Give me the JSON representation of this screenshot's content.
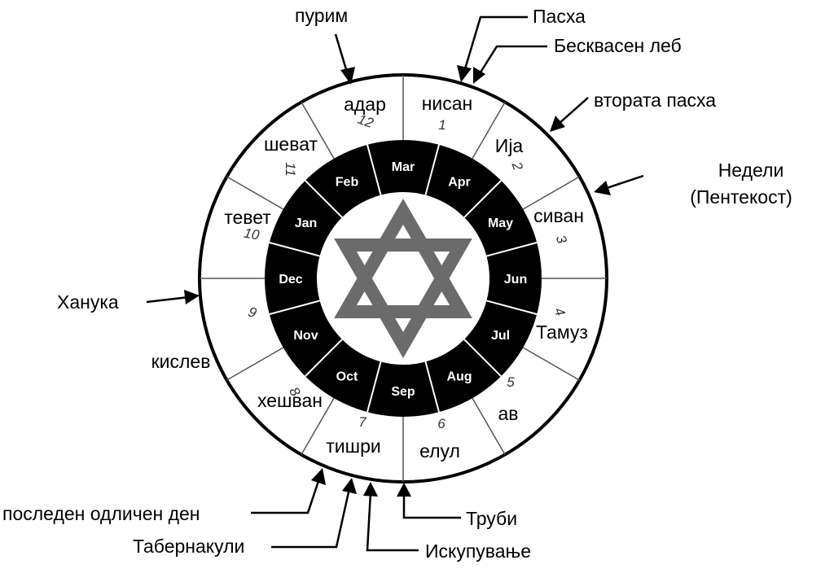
{
  "months": [
    {
      "hebrew": "нисан",
      "number": "1",
      "gregorian": "Apr"
    },
    {
      "hebrew": "Ија",
      "number": "2",
      "gregorian": "May"
    },
    {
      "hebrew": "сиван",
      "number": "3",
      "gregorian": "Jun"
    },
    {
      "hebrew": "Тамуз",
      "number": "4",
      "gregorian": "Jul"
    },
    {
      "hebrew": "ав",
      "number": "5",
      "gregorian": "Aug"
    },
    {
      "hebrew": "елул",
      "number": "6",
      "gregorian": "Sep"
    },
    {
      "hebrew": "тишри",
      "number": "7",
      "gregorian": "Oct"
    },
    {
      "hebrew": "хешван",
      "number": "8",
      "gregorian": "Nov"
    },
    {
      "hebrew": "кислев",
      "number": "9",
      "gregorian": "Dec"
    },
    {
      "hebrew": "тевет",
      "number": "10",
      "gregorian": "Jan"
    },
    {
      "hebrew": "шеват",
      "number": "11",
      "gregorian": "Feb"
    },
    {
      "hebrew": "адар",
      "number": "12",
      "gregorian": "Mar"
    }
  ],
  "callouts": [
    {
      "id": "purim",
      "label": "пурим"
    },
    {
      "id": "pesach",
      "label": "Пасха"
    },
    {
      "id": "unleavened",
      "label": "Бесквасен леб"
    },
    {
      "id": "second-pesach",
      "label": "втората пасха"
    },
    {
      "id": "weeks-1",
      "label": "Недели"
    },
    {
      "id": "weeks-2",
      "label": "(Пентекост)"
    },
    {
      "id": "hanukkah",
      "label": "Ханука"
    },
    {
      "id": "last-day",
      "label": "последен одличен ден"
    },
    {
      "id": "tabernacles",
      "label": "Табернакули"
    },
    {
      "id": "atonement",
      "label": "Искупување"
    },
    {
      "id": "trumpets",
      "label": "Труби"
    }
  ],
  "colors": {
    "ring_dark": "#000000",
    "star": "#6b6b6b",
    "outline": "#000000"
  },
  "center_icon": "star-of-david-icon"
}
